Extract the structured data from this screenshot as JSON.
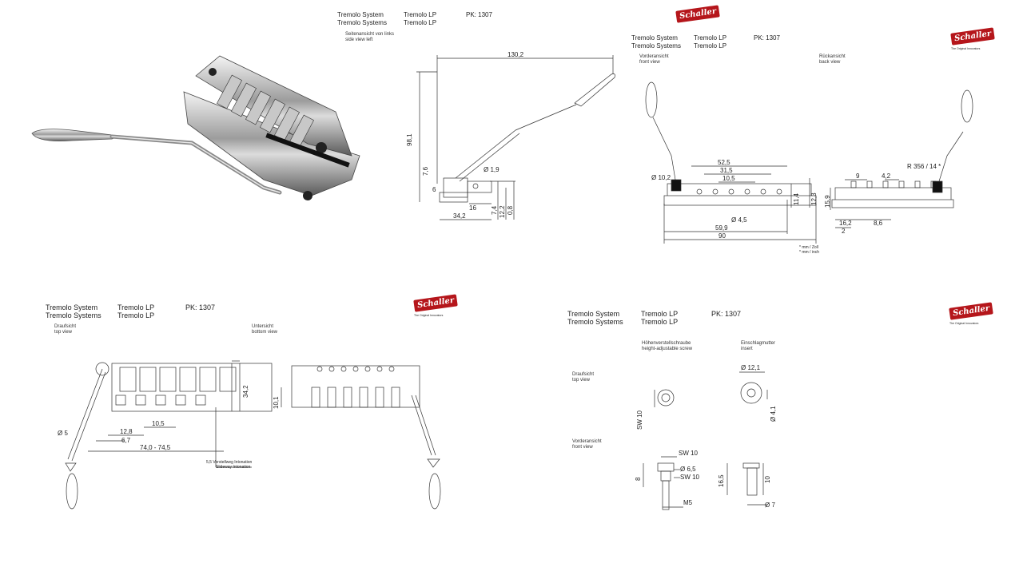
{
  "brand": {
    "logo": "Schaller",
    "tagline": "The Original Innovators",
    "color": "#b5161b"
  },
  "header": {
    "system_de": "Tremolo System",
    "system_en": "Tremolo Systems",
    "model_de": "Tremolo LP",
    "model_en": "Tremolo LP",
    "pk": "PK: 1307"
  },
  "views": {
    "side_left": {
      "de": "Seitenansicht von links",
      "en": "side view left"
    },
    "front": {
      "de": "Vorderansicht",
      "en": "front view"
    },
    "back": {
      "de": "Rückansicht",
      "en": "back view"
    },
    "top": {
      "de": "Draufsicht",
      "en": "top view"
    },
    "bottom": {
      "de": "Untersicht",
      "en": "bottom view"
    },
    "screw": {
      "de": "Höhenverstellschraube",
      "en": "height-adjustable screw"
    },
    "insert": {
      "de": "Einschlagmutter",
      "en": "insert"
    }
  },
  "units": {
    "mm": "* mm / Zoll",
    "inch": "* mm / inch"
  },
  "dims": {
    "side": {
      "length": "130,2",
      "height": "98,1",
      "arm_dia": "Ø 1,9",
      "base": "34,2",
      "d16": "16",
      "d7_6": "7,6",
      "d6": "6",
      "d7_4": "7,4",
      "d12_2": "12,2",
      "d0_8": "0,8"
    },
    "front": {
      "d52_5": "52,5",
      "d31_5": "31,5",
      "d10_5": "10,5",
      "d10_2": "Ø 10,2",
      "d4_5": "Ø 4,5",
      "d59_9": "59,9",
      "d90": "90",
      "d11_4": "11,4",
      "d12_3": "12,3"
    },
    "back": {
      "d9": "9",
      "d4_2": "4,2",
      "radius": "R 356 / 14 *",
      "d15_9": "15,9",
      "d16_2": "16,2",
      "d2": "2",
      "d8_6": "8,6"
    },
    "top": {
      "d34_2": "34,2",
      "d12_8": "12,8",
      "d6_7": "6,7",
      "d10_5": "10,5",
      "dia5": "Ø 5",
      "range": "74,0 - 74,5",
      "intonation_de": "5,5 Verstellweg Intonation",
      "intonation_en": "Slideway Intonation"
    },
    "bottom": {
      "d10_1": "10,1"
    },
    "parts": {
      "sw10": "SW 10",
      "d12_1": "Ø 12,1",
      "d4_1": "Ø 4,1",
      "d6_5": "Ø 6,5",
      "d8": "8",
      "m5": "M5",
      "d16_5": "16,5",
      "d10": "10",
      "d7": "Ø 7"
    }
  }
}
